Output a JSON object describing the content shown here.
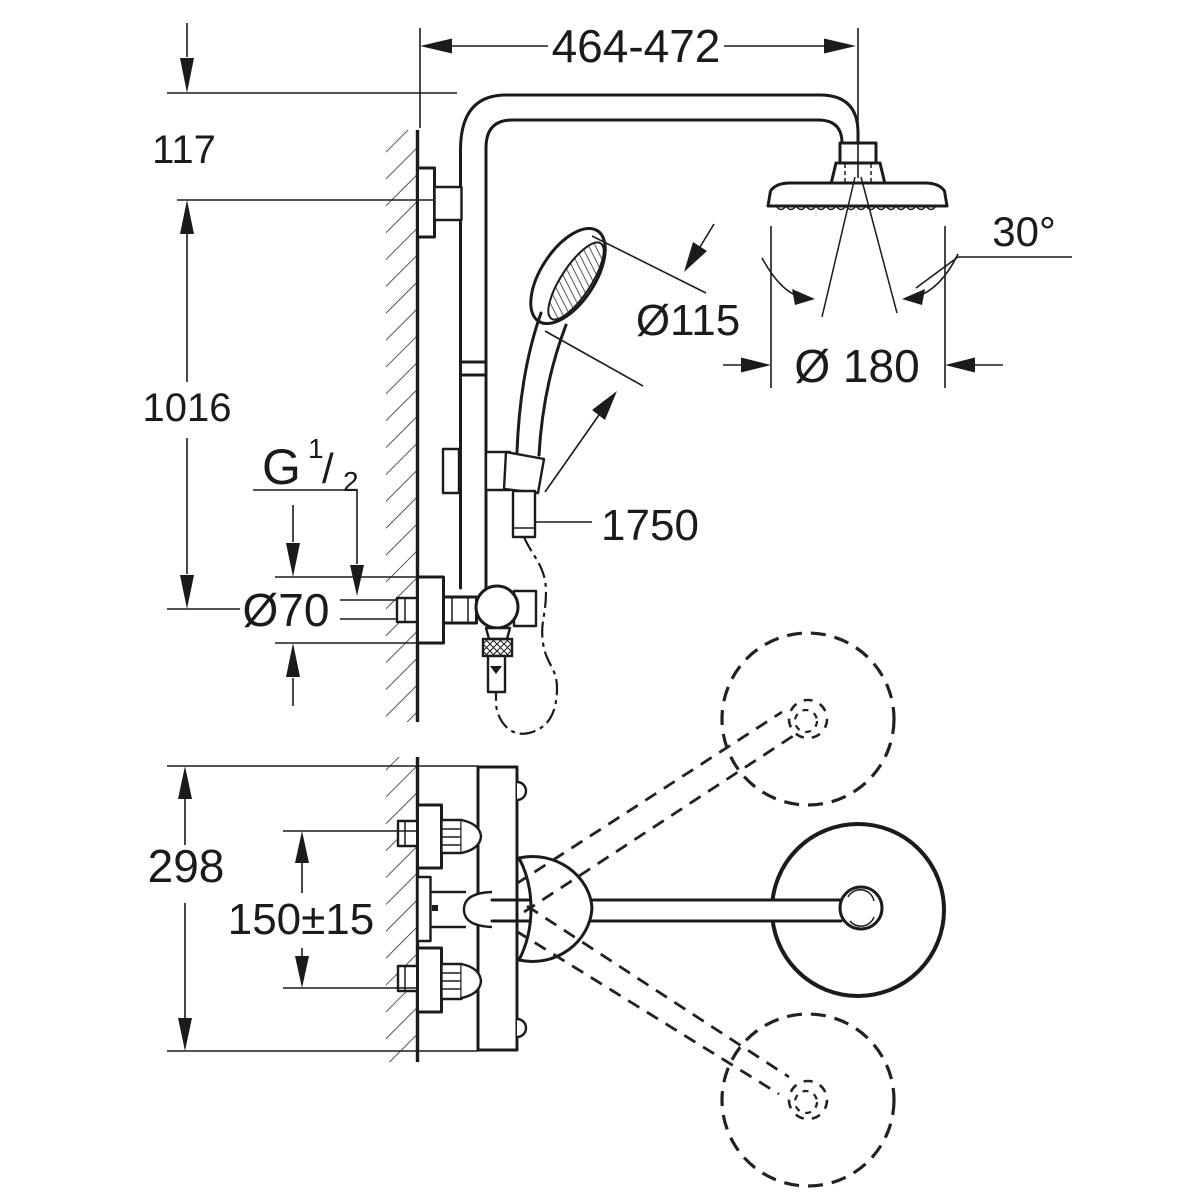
{
  "drawing": {
    "title": "shower-system-dimension-drawing",
    "colors": {
      "line": "#1b1b1b",
      "background": "#ffffff"
    },
    "dimensions": {
      "top_width": "464-472",
      "wall_offset_top": "117",
      "rail_height": "1016",
      "spray_angle": "30°",
      "hand_shower_diameter": "Ø115",
      "head_shower_diameter": "Ø 180",
      "hose_length": "1750",
      "escutcheon_diameter": "Ø70",
      "thread_g": "G",
      "thread_sup": "1",
      "thread_slash": "/",
      "thread_sub": "2",
      "body_height": "298",
      "connection_spacing": "150±15"
    }
  }
}
